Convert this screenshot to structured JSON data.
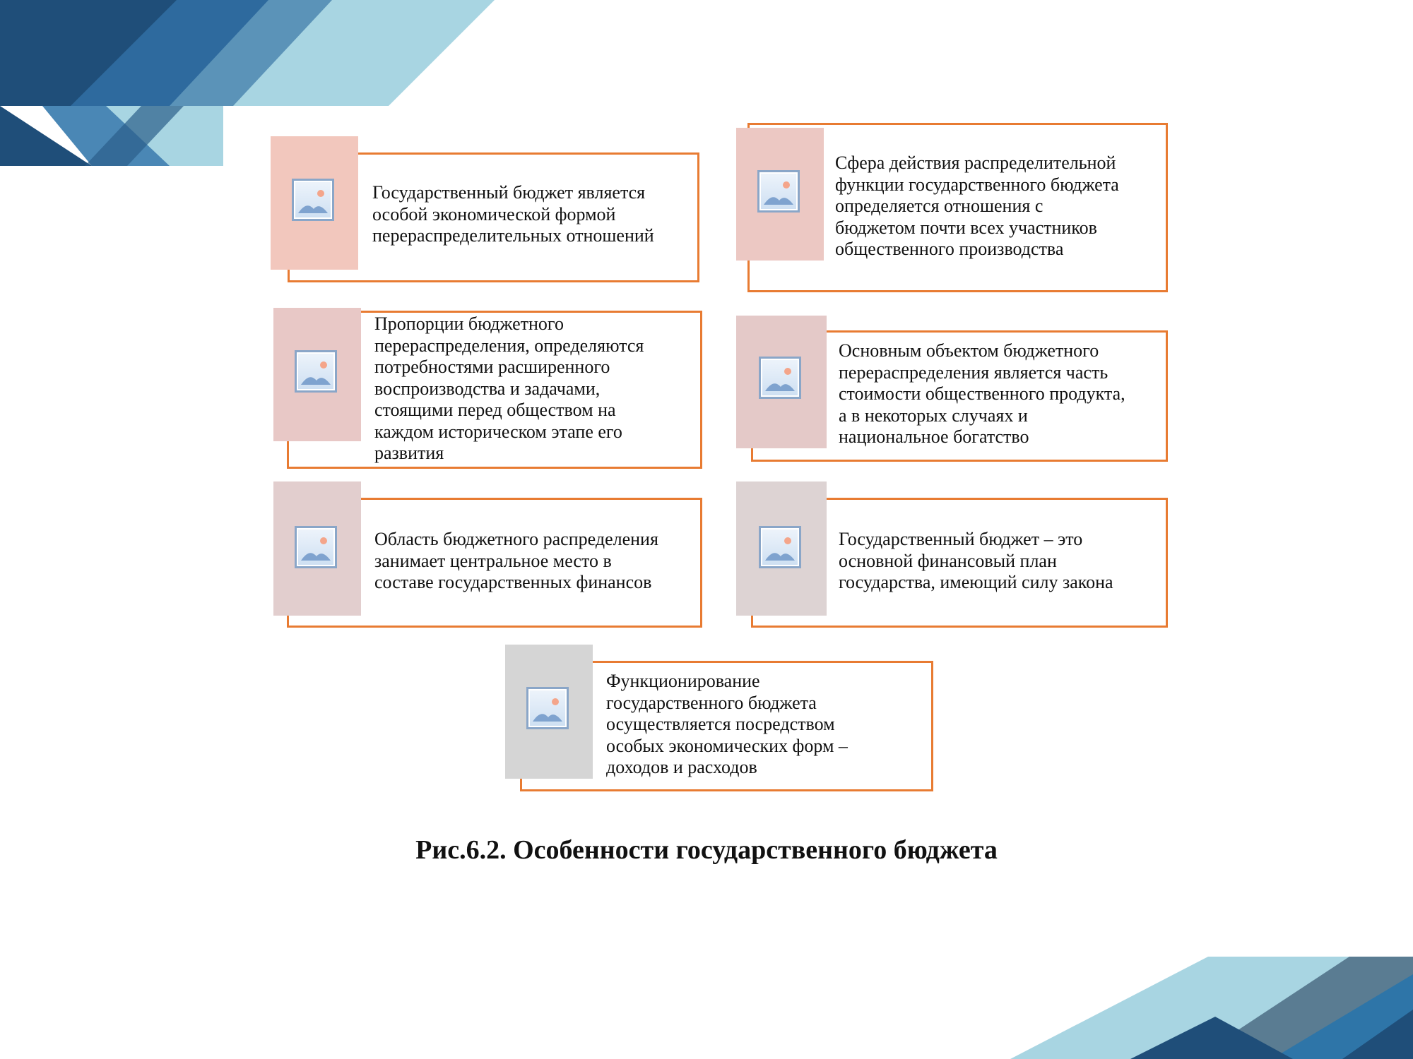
{
  "colors": {
    "frame": "#e87b32",
    "thumb_pink": "#f2c7bd",
    "thumb_rose": "#e8c8c6",
    "thumb_mauve": "#e2cece",
    "thumb_taupe": "#ddd3d3",
    "thumb_gray": "#d5d5d5",
    "deco_dark": "#1f4e79",
    "deco_mid": "#2e75a8",
    "deco_light": "#a8d5e2"
  },
  "icon": "image-placeholder-icon",
  "cards": [
    {
      "text": "Государственный бюджет является\nособой экономической формой\nперераспределительных отношений"
    },
    {
      "text": "Сфера действия распределительной\nфункции государственного бюджета\nопределяется отношения с\nбюджетом почти всех участников\nобщественного производства"
    },
    {
      "text": "Пропорции бюджетного\nперераспределения, определяются\nпотребностями расширенного\nвоспроизводства и задачами,\nстоящими перед обществом на\nкаждом историческом этапе его\nразвития"
    },
    {
      "text": "Основным объектом бюджетного\nперераспределения является часть\nстоимости общественного продукта,\nа в некоторых случаях и\nнациональное богатство"
    },
    {
      "text": "Область бюджетного распределения\nзанимает центральное место в\nсоставе государственных финансов"
    },
    {
      "text": "Государственный бюджет – это\nосновной финансовый план\nгосударства, имеющий силу закона"
    },
    {
      "text": "Функционирование\nгосударственного бюджета\nосуществляется посредством\nособых экономических форм –\nдоходов и расходов"
    }
  ],
  "caption": "Рис.6.2. Особенности государственного бюджета"
}
